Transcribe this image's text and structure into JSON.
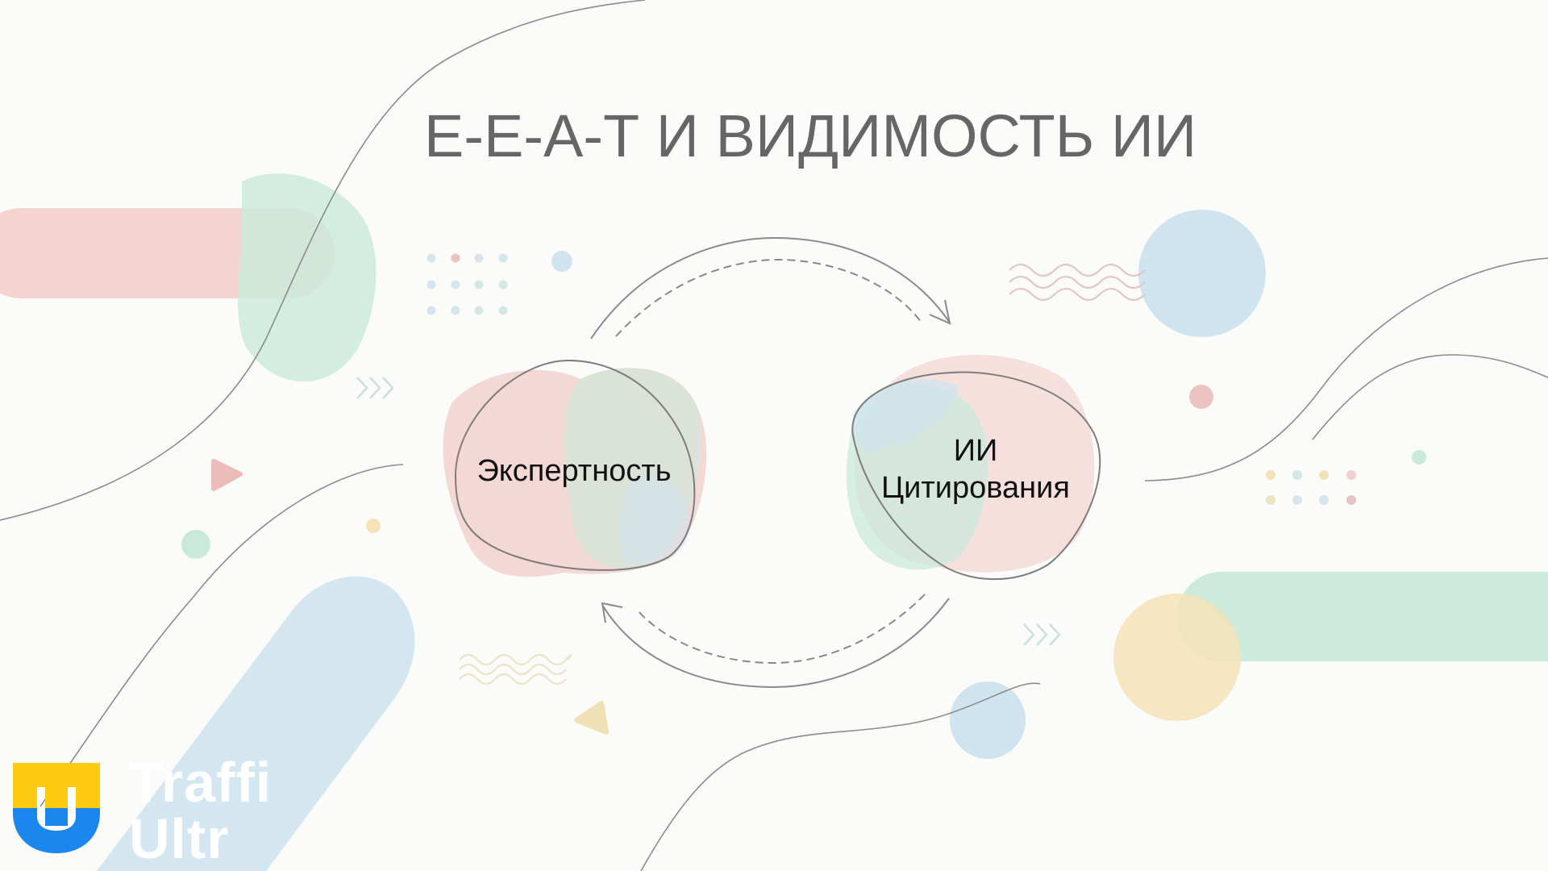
{
  "slide": {
    "title": "Е-Е-А-Т И ВИДИМОСТЬ ИИ",
    "background_color": "#fbfbf9",
    "title_color": "#666666"
  },
  "cycle": {
    "nodes": [
      {
        "label_lines": [
          "Экспертность"
        ]
      },
      {
        "label_lines": [
          "ИИ",
          "Цитирования"
        ]
      }
    ],
    "arrows": [
      {
        "direction": "clockwise-top",
        "from": "Экспертность",
        "to": "ИИ Цитирования"
      },
      {
        "direction": "clockwise-bottom",
        "from": "ИИ Цитирования",
        "to": "Экспертность"
      }
    ]
  },
  "brand": {
    "logo_icon": "traffic-ultra-tu-logo-icon",
    "name_line1": "Traffi",
    "name_line2": "Ultr",
    "colors": {
      "yellow": "#ffcb12",
      "blue": "#1a86ee"
    }
  },
  "palette": {
    "pink": "#f2cfcc",
    "mint": "#c9eadb",
    "sky": "#cfe4ee",
    "sand": "#f5e3b8",
    "line": "#8a8a8a"
  }
}
